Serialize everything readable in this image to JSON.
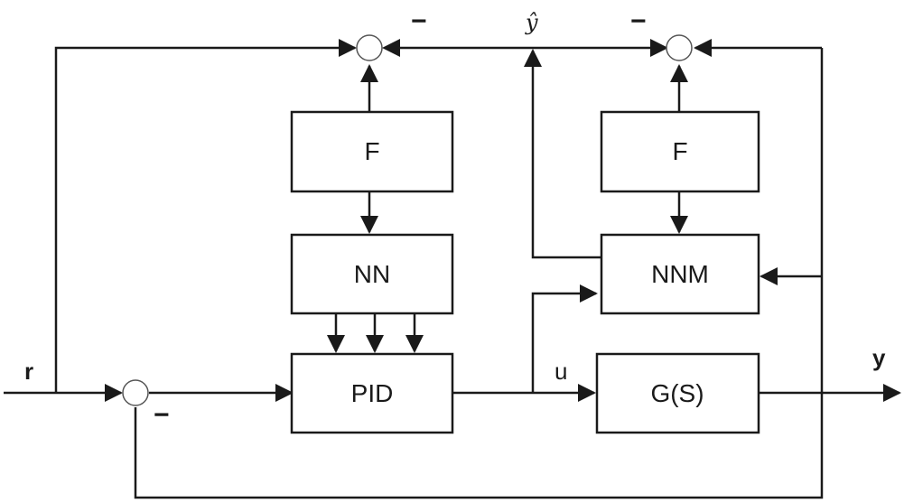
{
  "blocks": {
    "f_left": "F",
    "nn": "NN",
    "pid": "PID",
    "f_right": "F",
    "nnm": "NNM",
    "plant": "G(S)"
  },
  "signals": {
    "reference": "r",
    "output": "y",
    "control": "u",
    "model_output": "ŷ"
  },
  "signs": {
    "main_sum": "−",
    "left_top_sum": "−",
    "right_top_sum": "−"
  }
}
